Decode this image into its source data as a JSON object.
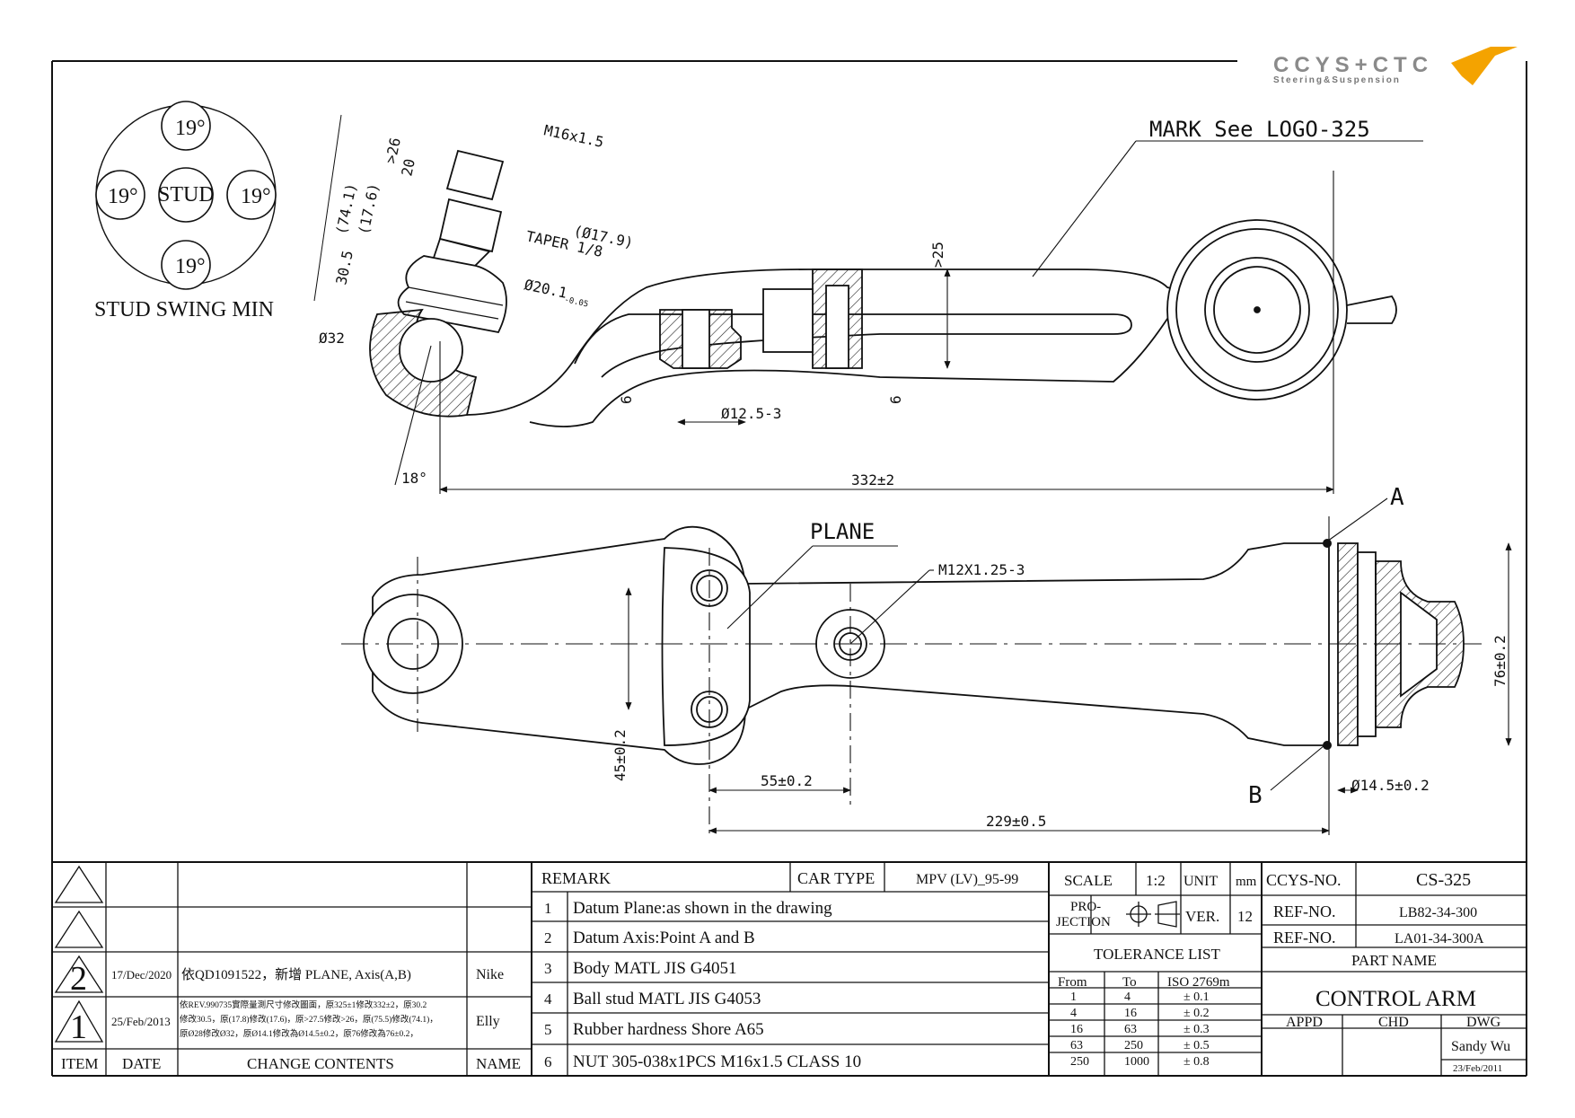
{
  "logo": {
    "brand": "CCYS+CTC",
    "tagline": "Steering&Suspension"
  },
  "swing": {
    "center": "STUD",
    "top": "19°",
    "left": "19°",
    "right": "19°",
    "bottom": "19°",
    "caption": "STUD SWING MIN"
  },
  "side_view": {
    "mark_note": "MARK See LOGO-325",
    "thread": "M16x1.5",
    "dim_26": ">26",
    "dim_20": "20",
    "dim_741": "(74.1)",
    "dim_176": "(17.6)",
    "dim_305": "30.5",
    "taper_dia": "(Ø17.9)",
    "taper": "TAPER 1/8",
    "dim_201": "Ø20.1",
    "dim_201_tol": "-0.05",
    "dim_32": "Ø32",
    "dim_25": ">25",
    "dim_6a": "6",
    "dim_6b": "6",
    "dim_125": "Ø12.5-3",
    "angle_18": "18°",
    "dim_332": "332±2"
  },
  "top_view": {
    "plane": "PLANE",
    "thread_hole": "M12X1.25-3",
    "datum_a": "A",
    "datum_b": "B",
    "dim_76": "76±0.2",
    "dim_45": "45±0.2",
    "dim_55": "55±0.2",
    "dim_145": "Ø14.5±0.2",
    "dim_229": "229±0.5"
  },
  "revision_block": {
    "headers": {
      "item": "ITEM",
      "date": "DATE",
      "change": "CHANGE CONTENTS",
      "name": "NAME"
    },
    "rows": [
      {
        "item": "",
        "date": "",
        "change": "",
        "name": ""
      },
      {
        "item": "",
        "date": "",
        "change": "",
        "name": ""
      },
      {
        "item": "2",
        "date": "17/Dec/2020",
        "change": "依QD1091522，新增 PLANE, Axis(A,B)",
        "name": "Nike"
      },
      {
        "item": "1",
        "date": "25/Feb/2013",
        "change_lines": [
          "依REV.990735實際量測尺寸修改圖面，原325±1修改332±2，原30.2",
          "修改30.5，原(17.8)修改(17.6)，原>27.5修改>26，原(75.5)修改(74.1)，",
          "原Ø28修改Ø32，原Ø14.1修改為Ø14.5±0.2，原76修改為76±0.2，"
        ],
        "name": "Elly"
      }
    ]
  },
  "remarks": {
    "header": "REMARK",
    "car_type_label": "CAR TYPE",
    "car_type": "MPV (LV)_95-99",
    "items": [
      {
        "no": "1",
        "text": "Datum Plane:as shown in the drawing"
      },
      {
        "no": "2",
        "text": "Datum Axis:Point A and B"
      },
      {
        "no": "3",
        "text": "Body MATL JIS G4051"
      },
      {
        "no": "4",
        "text": "Ball stud MATL JIS G4053"
      },
      {
        "no": "5",
        "text": "Rubber hardness Shore A65"
      },
      {
        "no": "6",
        "text": "NUT 305-038x1PCS M16x1.5 CLASS 10"
      }
    ]
  },
  "spec": {
    "scale_label": "SCALE",
    "scale": "1:2",
    "unit_label": "UNIT",
    "unit": "mm",
    "projection_label": "PRO-\nJECTION",
    "ver_label": "VER.",
    "ver": "12",
    "tolerance_title": "TOLERANCE LIST",
    "tol_headers": [
      "From",
      "To",
      "ISO 2769m"
    ],
    "tolerances": [
      [
        "1",
        "4",
        "± 0.1"
      ],
      [
        "4",
        "16",
        "± 0.2"
      ],
      [
        "16",
        "63",
        "± 0.3"
      ],
      [
        "63",
        "250",
        "± 0.5"
      ],
      [
        "250",
        "1000",
        "± 0.8"
      ]
    ]
  },
  "title": {
    "ccys_label": "CCYS-NO.",
    "ccys_no": "CS-325",
    "ref_label_1": "REF-NO.",
    "ref_1": "LB82-34-300",
    "ref_label_2": "REF-NO.",
    "ref_2": "LA01-34-300A",
    "part_name_label": "PART NAME",
    "part_name": "CONTROL ARM",
    "appd": "APPD",
    "chd": "CHD",
    "dwg": "DWG",
    "drawer": "Sandy Wu",
    "dwg_date": "23/Feb/2011"
  }
}
